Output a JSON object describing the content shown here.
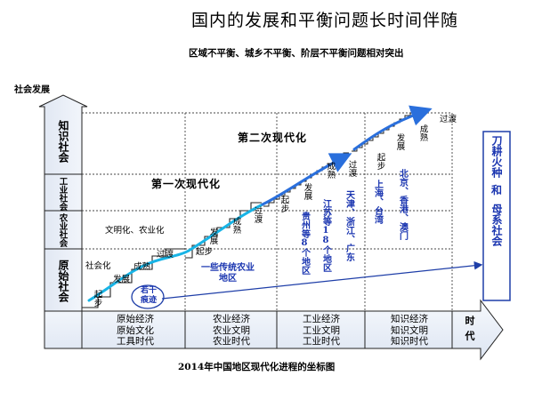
{
  "title": "国内的发展和平衡问题长时间伴随",
  "subtitle": "区域不平衡、城乡不平衡、阶层不平衡问题相对突出",
  "y_axis_label": "社会发展",
  "x_axis_label": "时代",
  "caption": "2014年中国地区现代化进程的坐标图",
  "y_levels": [
    "知识社会",
    "工业社会",
    "农业社会",
    "原始社会"
  ],
  "eras": [
    "原始经济\n原始文化\n工具时代",
    "农业经济\n农业文明\n农业时代",
    "工业经济\n工业文明\n工业时代",
    "知识经济\n知识文明\n知识时代"
  ],
  "phases": {
    "first": "第一次现代化",
    "second": "第二次现代化",
    "sub1": "社会化",
    "sub2": "文明化、农业化"
  },
  "step_words": [
    "起步",
    "发展",
    "成熟",
    "过渡"
  ],
  "region_groups": {
    "ruogan": "若干痕迹",
    "yixie": "一些传统农业地区",
    "guizhou": "贵州等8个地区",
    "jiangsu": "江苏等18个地区",
    "tianjin": "天津、浙江、广东",
    "shanghai": "上海、台湾",
    "beijing": "北京、香港、澳门"
  },
  "right_label": {
    "a": "刀耕火种",
    "he": "和",
    "b": "母系社会"
  },
  "colors": {
    "blue_text": "#1a35b0",
    "curve_light": "#18b4e6",
    "curve_dark": "#2a6fdc",
    "arrow_fill": "#e8f0fa",
    "label_border": "#1e3ea8"
  }
}
